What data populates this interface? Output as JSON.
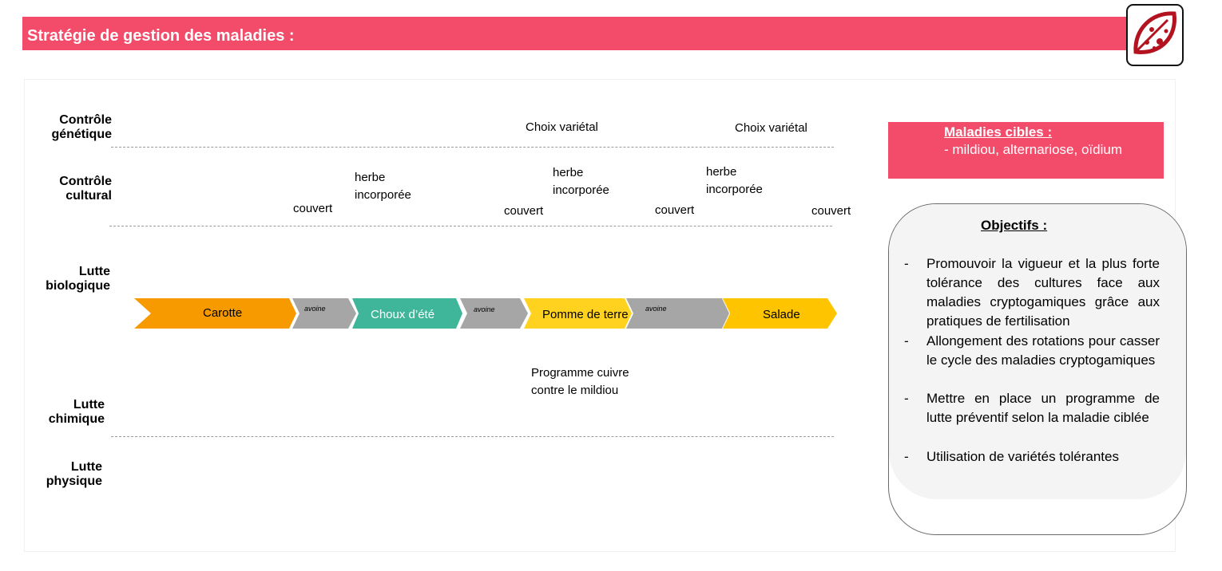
{
  "header": {
    "title": "Stratégie de gestion des maladies :",
    "accent_color": "#f34c6b",
    "logo_icon": "diseased-leaf-icon"
  },
  "rows": {
    "genetique": "Contrôle\ngénétique",
    "cultural": "Contrôle\ncultural",
    "biologique": "Lutte\nbiologique",
    "chimique": "Lutte\nchimique",
    "physique": "Lutte\nphysique"
  },
  "genetic_notes": [
    "Choix variétal",
    "Choix variétal"
  ],
  "cultural_notes": {
    "herbe": [
      "herbe\nincorporée",
      "herbe\nincorporée",
      "herbe\nincorporée"
    ],
    "couvert": [
      "couvert",
      "couvert",
      "couvert",
      "couvert"
    ]
  },
  "rotation": {
    "crops": [
      {
        "label": "Carotte",
        "color": "#f79a00"
      },
      {
        "label": "Choux d’été",
        "color": "#3fb69a"
      },
      {
        "label": "Pomme de terre",
        "color": "#ffd21f"
      },
      {
        "label": "Salade",
        "color": "#ffc400"
      }
    ],
    "intercrop": {
      "label": "avoine",
      "color": "#a6a6a6"
    }
  },
  "chemical_note": "Programme cuivre\ncontre le mildiou",
  "targets": {
    "title": "Maladies cibles :",
    "list": "- mildiou, alternariose, oïdium"
  },
  "objectives": {
    "title": "Objectifs :",
    "items": [
      "Promouvoir la vigueur et la plus forte tolérance des cultures face aux maladies cryptogamiques grâce aux pratiques de fertilisation",
      "Allongement des rotations pour casser le cycle des maladies cryptogamiques",
      "Mettre en place un programme de lutte préventif selon la maladie ciblée",
      "Utilisation de variétés tolérantes"
    ]
  }
}
